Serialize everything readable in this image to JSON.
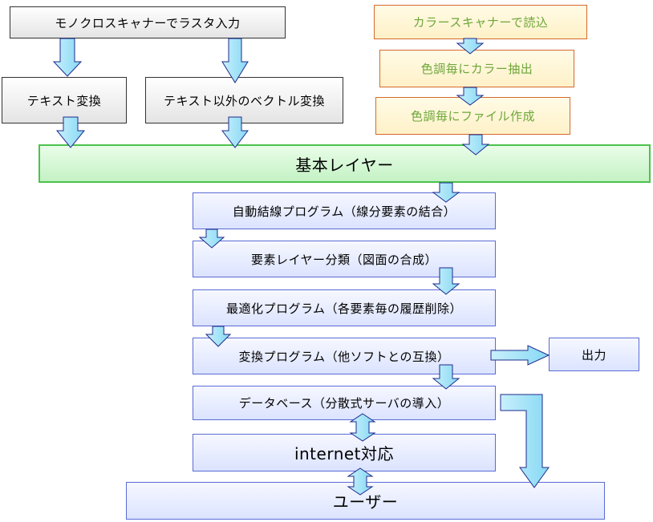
{
  "boxes": {
    "mono_scan": "モノクロスキャナーでラスタ入力",
    "text_convert": "テキスト変換",
    "vector_convert": "テキスト以外のベクトル変換",
    "color_scan": "カラースキャナーで読込",
    "color_extract": "色調毎にカラー抽出",
    "file_create": "色調毎にファイル作成",
    "base_layer": "基本レイヤー",
    "auto_join": "自動結線プログラム（線分要素の結合）",
    "classify": "要素レイヤー分類（図面の合成）",
    "optimize": "最適化プログラム（各要素毎の履歴削除）",
    "convert_prog": "変換プログラム（他ソフトとの互換）",
    "output": "出力",
    "database": "データベース（分散式サーバの導入）",
    "internet": "internet対応",
    "user": "ユーザー"
  },
  "colors": {
    "arrow_fill": "#a8e4f8",
    "arrow_stroke": "#1f2a8c",
    "orange_text": "#6ea63a",
    "green_border": "#4cc24c",
    "blue_border": "#5b6bd6"
  }
}
